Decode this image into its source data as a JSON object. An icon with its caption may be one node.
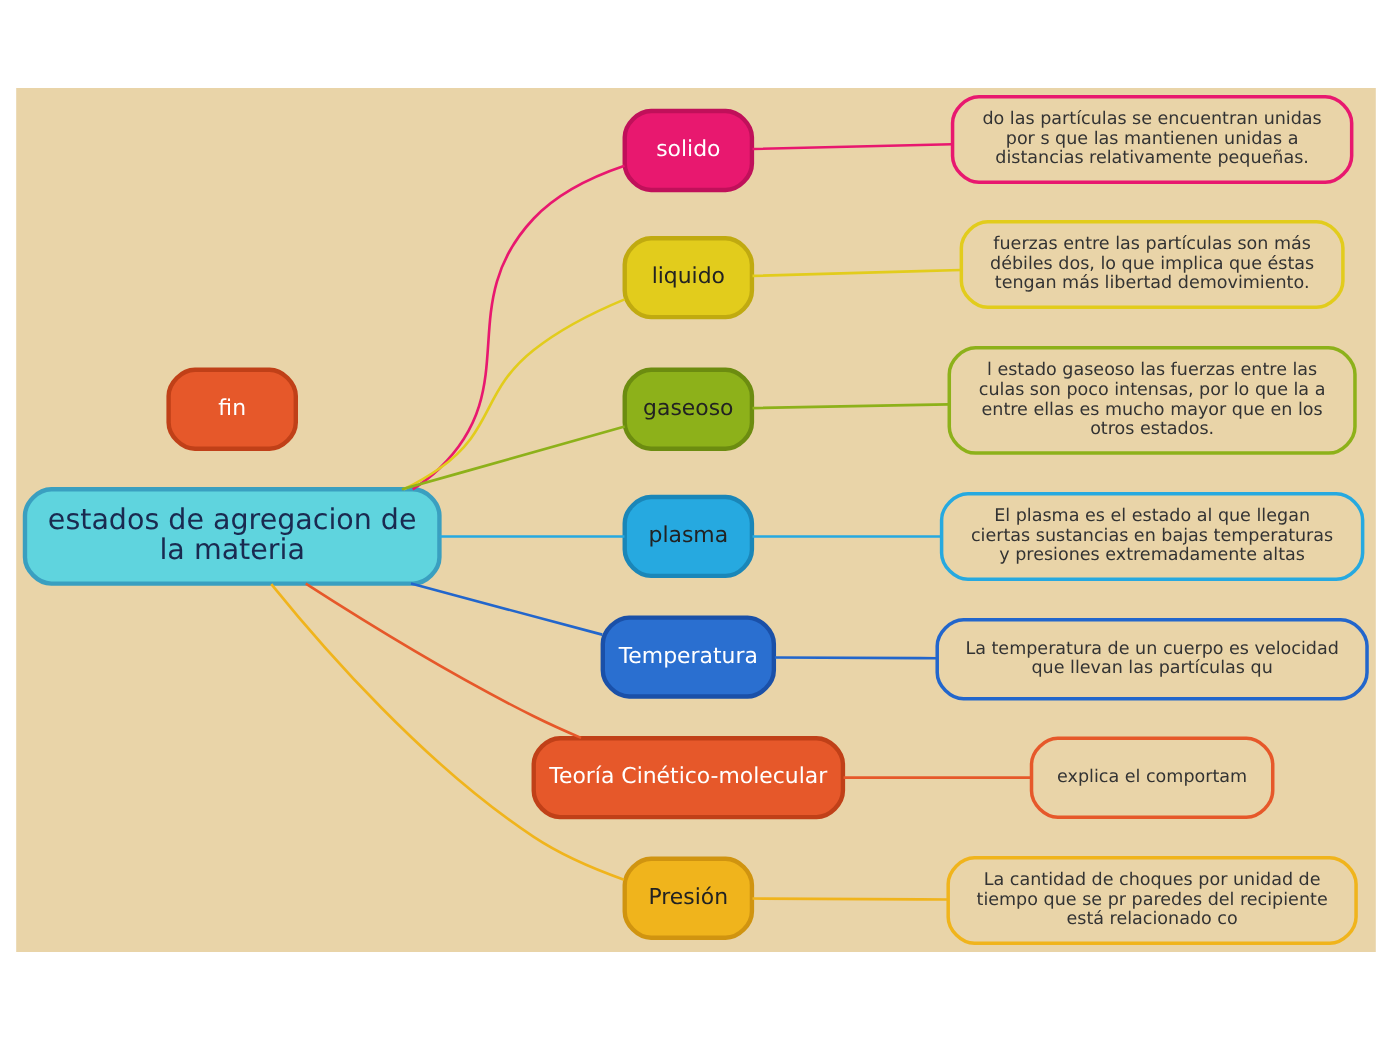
{
  "diagram": {
    "nodes": [
      {
        "text": [
          "estados de agregacion de la materia"
        ]
      },
      {
        "text": [
          "solido"
        ]
      },
      {
        "text": [
          "do las partículas se encuentran unidas por s que las mantienen unidas a distancias relativamente pequeñas."
        ]
      },
      {
        "text": [
          "liquido"
        ]
      },
      {
        "text": [
          "fuerzas entre las partículas son más débiles dos, lo que implica que éstas tengan más libertad demovimiento."
        ]
      },
      {
        "text": [
          "gaseoso"
        ]
      },
      {
        "text": [
          "l estado gaseoso las fuerzas entre las culas son poco intensas, por lo que la a entre ellas es mucho mayor que en los otros estados."
        ]
      },
      {
        "text": [
          "plasma"
        ]
      },
      {
        "text": [
          "El plasma es el estado al que llegan ciertas sustancias en bajas temperaturas y presiones extremadamente altas"
        ]
      },
      {
        "text": [
          "Temperatura"
        ]
      },
      {
        "text": [
          "La temperatura de un cuerpo es velocidad que llevan las partículas qu"
        ]
      },
      {
        "text": [
          "Teoría Cinético-molecular"
        ]
      },
      {
        "text": [
          "explica el comportam"
        ]
      },
      {
        "text": [
          "Presión"
        ]
      },
      {
        "text": [
          "La cantidad de choques por unidad de tiempo que se pr paredes del recipiente está relacionado co"
        ]
      },
      {
        "text": [
          "fin"
        ]
      }
    ],
    "edges": [
      {
        "from": 0,
        "to": 1,
        "arrow": "none",
        "color": "#e8186f"
      },
      {
        "from": 1,
        "to": 2,
        "arrow": "none",
        "color": "#e8186f"
      },
      {
        "from": 0,
        "to": 3,
        "arrow": "none",
        "color": "#e2cc1c"
      },
      {
        "from": 3,
        "to": 4,
        "arrow": "none",
        "color": "#e2cc1c"
      },
      {
        "from": 0,
        "to": 5,
        "arrow": "none",
        "color": "#8db11a"
      },
      {
        "from": 5,
        "to": 6,
        "arrow": "none",
        "color": "#8db11a"
      },
      {
        "from": 0,
        "to": 7,
        "arrow": "none",
        "color": "#26a9e0"
      },
      {
        "from": 7,
        "to": 8,
        "arrow": "none",
        "color": "#26a9e0"
      },
      {
        "from": 0,
        "to": 9,
        "arrow": "none",
        "color": "#2266cc"
      },
      {
        "from": 9,
        "to": 10,
        "arrow": "none",
        "color": "#2266cc"
      },
      {
        "from": 0,
        "to": 11,
        "arrow": "none",
        "color": "#e6582a"
      },
      {
        "from": 11,
        "to": 12,
        "arrow": "none",
        "color": "#e6582a"
      },
      {
        "from": 0,
        "to": 13,
        "arrow": "none",
        "color": "#f0b41c"
      },
      {
        "from": 13,
        "to": 14,
        "arrow": "none",
        "color": "#f0b41c"
      }
    ]
  }
}
